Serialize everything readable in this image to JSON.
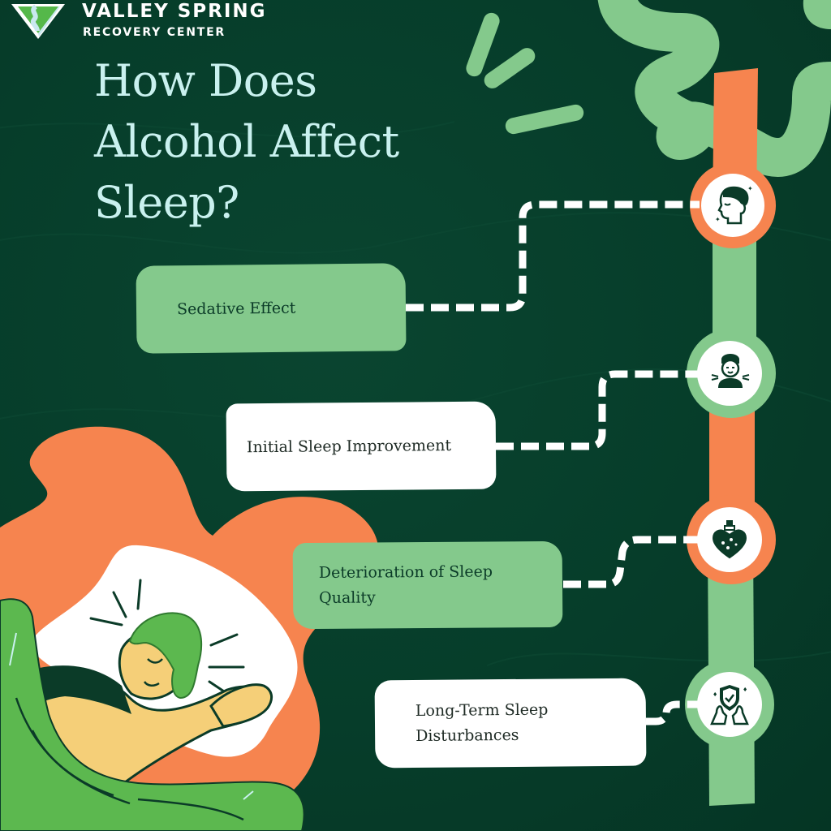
{
  "brand": {
    "name_line1": "VALLEY SPRING",
    "name_line2": "RECOVERY CENTER",
    "logo_icon": "valley-river-triangle-icon"
  },
  "title": {
    "line1": "How Does",
    "line2": "Alcohol Affect",
    "line3": "Sleep?"
  },
  "colors": {
    "background": "#063d2a",
    "title_text": "#c9f1ef",
    "accent_orange": "#f6844f",
    "accent_green": "#84c98c",
    "illustration_green": "#5cb84f",
    "skin": "#f5cf78",
    "white": "#ffffff",
    "dark_text": "#0b3b28"
  },
  "timeline": {
    "steps": [
      {
        "label": "Sedative Effect",
        "box_style": "green",
        "node_color": "orange",
        "icon": "sleeping-face-icon"
      },
      {
        "label": "Initial Sleep Improvement",
        "box_style": "white",
        "node_color": "green",
        "icon": "relaxed-person-icon"
      },
      {
        "label_line1": "Deterioration of Sleep",
        "label_line2": "Quality",
        "box_style": "green",
        "node_color": "orange",
        "icon": "heart-potion-bottle-icon"
      },
      {
        "label_line1": "Long-Term Sleep",
        "label_line2": "Disturbances",
        "box_style": "white",
        "node_color": "green",
        "icon": "hands-shield-check-icon"
      }
    ]
  },
  "illustration": {
    "subject": "person-sleeping-on-pillow-illustration"
  }
}
